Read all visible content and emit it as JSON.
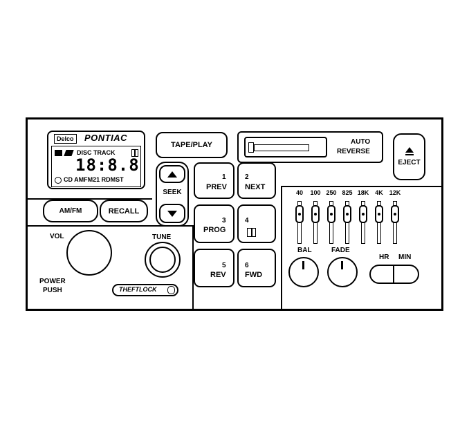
{
  "display": {
    "brand_badge": "Delco",
    "brand_name": "PONTIAC",
    "row1": "DISC TRACK",
    "digits": "18:8.8",
    "row3": "CD AMFM21 RDMST"
  },
  "buttons": {
    "tape_play": "TAPE/PLAY",
    "seek": "SEEK",
    "am_fm": "AM/FM",
    "recall": "RECALL",
    "eject": "EJECT"
  },
  "cassette": {
    "auto": "AUTO",
    "reverse": "REVERSE"
  },
  "presets": [
    {
      "num": "1",
      "label": "PREV"
    },
    {
      "num": "2",
      "label": "NEXT"
    },
    {
      "num": "3",
      "label": "PROG"
    },
    {
      "num": "4",
      "label": ""
    },
    {
      "num": "5",
      "label": "REV"
    },
    {
      "num": "6",
      "label": "FWD"
    }
  ],
  "knobs": {
    "vol": "VOL",
    "power": "POWER",
    "push": "PUSH",
    "tune": "TUNE",
    "theftlock": "THEFTLOCK",
    "bal": "BAL",
    "fade": "FADE"
  },
  "equalizer": {
    "bands": [
      "40",
      "100",
      "250",
      "825",
      "18K",
      "4K",
      "12K"
    ]
  },
  "clock": {
    "hr": "HR",
    "min": "MIN"
  }
}
